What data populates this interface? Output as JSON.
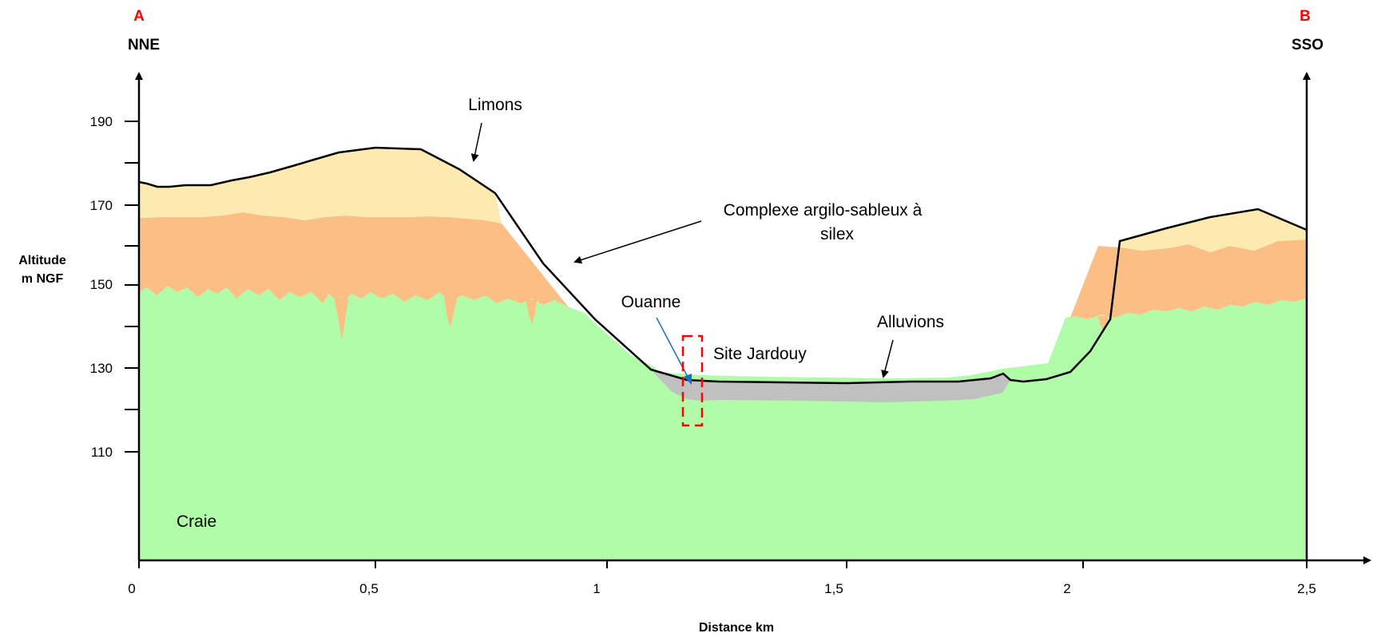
{
  "profile": {
    "start_label": "A",
    "end_label": "B",
    "start_direction": "NNE",
    "end_direction": "SSO"
  },
  "axes": {
    "y_title_line1": "Altitude",
    "y_title_line2": "m NGF",
    "x_title": "Distance km",
    "y_ticks": [
      "190",
      "170",
      "150",
      "130",
      "110"
    ],
    "x_ticks": [
      "0",
      "0,5",
      "1",
      "1,5",
      "2",
      "2,5"
    ]
  },
  "annotations": {
    "limons": "Limons",
    "complexe_line1": "Complexe argilo-sableux à",
    "complexe_line2": "silex",
    "ouanne": "Ouanne",
    "site": "Site Jardouy",
    "alluvions": "Alluvions",
    "craie": "Craie"
  },
  "colors": {
    "craie": "#b0fca8",
    "complexe": "#fbbf85",
    "limons": "#fdeab0",
    "alluvions": "#c0c0c0",
    "endpoint_label": "#ff0000",
    "ouanne": "#1a6fc0",
    "site": "#ff0000"
  }
}
